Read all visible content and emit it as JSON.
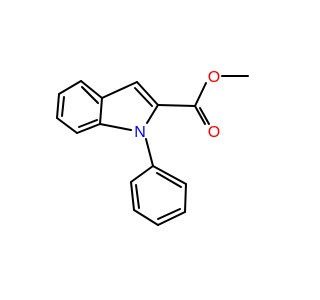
{
  "molecule": {
    "atoms": [
      {
        "id": "N1",
        "label": "N",
        "color": "#0000ff"
      },
      {
        "id": "O1",
        "label": "O",
        "color": "#ff0000"
      },
      {
        "id": "O2",
        "label": "O",
        "color": "#ff0000"
      }
    ]
  },
  "colors": {
    "bond": "#000000",
    "nitrogen": "#0000ff",
    "oxygen": "#ff0000",
    "background": "#ffffff"
  }
}
